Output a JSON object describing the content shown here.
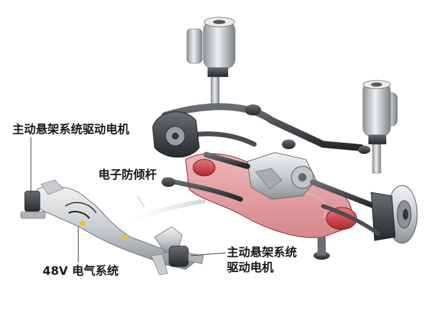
{
  "labels": {
    "active_suspension_motor_top": "主动悬架系统驱动电机",
    "stabilizer_bar": "电子防倾杆",
    "electrical_48v": "48V 电气系统",
    "active_suspension_motor_right_line1": "主动悬架系统",
    "active_suspension_motor_right_line2": "驱动电机"
  },
  "colors": {
    "metal_light": "#d8dbde",
    "metal_dark": "#3a3d41",
    "subframe_red": "#c8343a",
    "spring_grey": "#b9bcc0",
    "leader_line": "#333333"
  }
}
